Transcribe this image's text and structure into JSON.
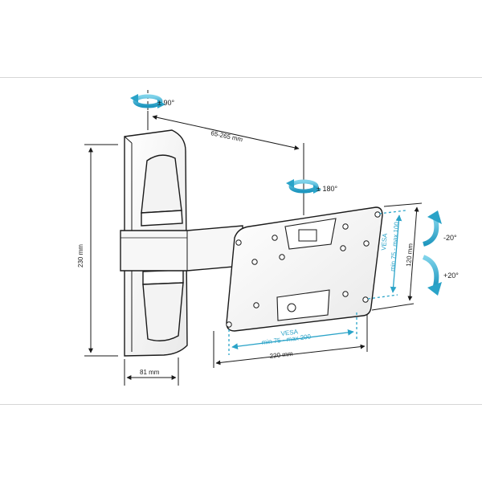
{
  "rotation": {
    "swivel_top": "± 90°",
    "swivel_mid": "± 180°",
    "tilt_up": "-20°",
    "tilt_down": "+20°"
  },
  "dimensions": {
    "arm_extension": "65-265 mm",
    "height": "230 mm",
    "base_width": "81 mm",
    "plate_width": "220 mm",
    "plate_height": "120 mm"
  },
  "vesa": {
    "horizontal_title": "VESA",
    "horizontal_range": "min 75 - max 200",
    "vertical_title": "VESA",
    "vertical_range": "min 75 - max 100"
  },
  "colors": {
    "accent": "#2aa3c8",
    "line": "#1a1a1a",
    "frame": "#d6d6d6"
  }
}
